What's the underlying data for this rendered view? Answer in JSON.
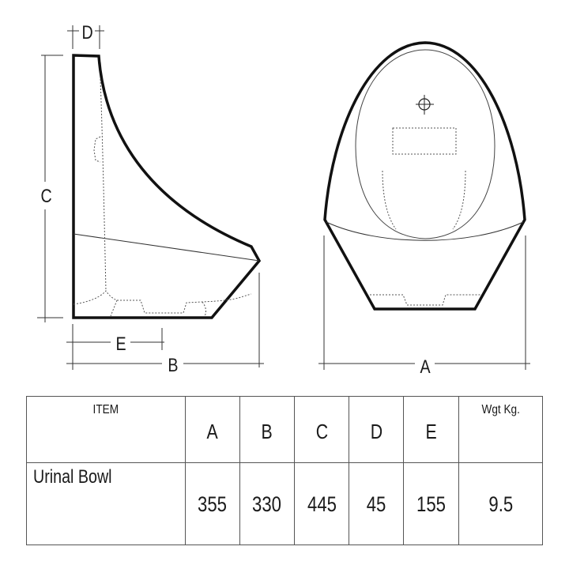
{
  "diagram": {
    "side_view": {
      "dimension_labels": {
        "c": "C",
        "d": "D",
        "e": "E",
        "b": "B"
      }
    },
    "front_view": {
      "dimension_labels": {
        "a": "A"
      }
    }
  },
  "spec_table": {
    "headers": {
      "item": "ITEM",
      "a": "A",
      "b": "B",
      "c": "C",
      "d": "D",
      "e": "E",
      "weight": "Wgt Kg."
    },
    "rows": [
      {
        "item": "Urinal Bowl",
        "a": "355",
        "b": "330",
        "c": "445",
        "d": "45",
        "e": "155",
        "weight": "9.5"
      }
    ]
  }
}
